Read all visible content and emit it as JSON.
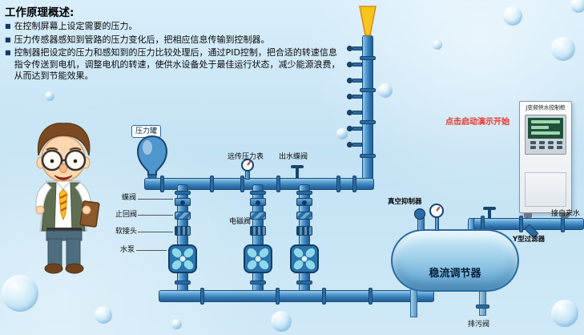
{
  "header": {
    "title": "工作原理概述:",
    "bullet_char": "■",
    "bullets": [
      "在控制屏幕上设定需要的压力。",
      "压力传感器感知到管路的压力变化后，把相应信息传输到控制器。",
      "控制器把设定的压力和感知到的压力比较处理后，通过PID控制，把合适的转速信息指令传送到电机，调整电机的转速，使供水设备处于最佳运行状态，减少能源浪费，从而达到节能效果。"
    ]
  },
  "diagram": {
    "pressure_tank_label": "压力罐",
    "butterfly_valve_label": "蝶阀",
    "check_valve_label": "止回阀",
    "flexible_joint_label": "软接头",
    "water_pump_label": "水泵",
    "remote_gauge_label": "远传压力表",
    "outlet_valve_label": "出水蝶阀",
    "solenoid_valve_label": "电磁阀",
    "vacuum_suppressor_label": "真空抑制器",
    "flow_regulator_label": "稳流调节器",
    "tap_water_label": "接自来水",
    "y_filter_label": "Y型过滤器",
    "drain_valve_label": "排污阀"
  },
  "control": {
    "start_demo_label": "点击启动演示开始",
    "cabinet_label": "J变频供水控制柜"
  },
  "colors": {
    "pipe_blue": "#2f74ae",
    "pipe_dark": "#17456f",
    "accent_red": "#e8332a",
    "background_blue": "#c3e2f4"
  }
}
